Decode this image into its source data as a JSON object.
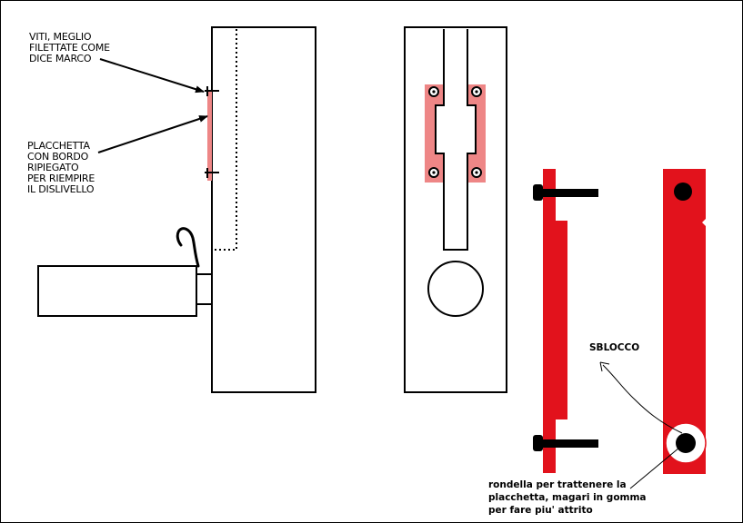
{
  "labels": {
    "screws": [
      "VITI, MEGLIO",
      "FILETTATE COME",
      "DICE MARCO"
    ],
    "plate": [
      "PLACCHETTA",
      "CON BORDO",
      "RIPIEGATO",
      "PER RIEMPIRE",
      "IL DISLIVELLO"
    ],
    "release": "SBLOCCO",
    "washer": [
      "rondella per trattenere la",
      "placchetta, magari in gomma",
      "per fare piu' attrito"
    ]
  },
  "colors": {
    "red": "#e2121c",
    "pink": "#ee8686",
    "light_pink": "#f3a5a5",
    "outline": "#000000"
  }
}
